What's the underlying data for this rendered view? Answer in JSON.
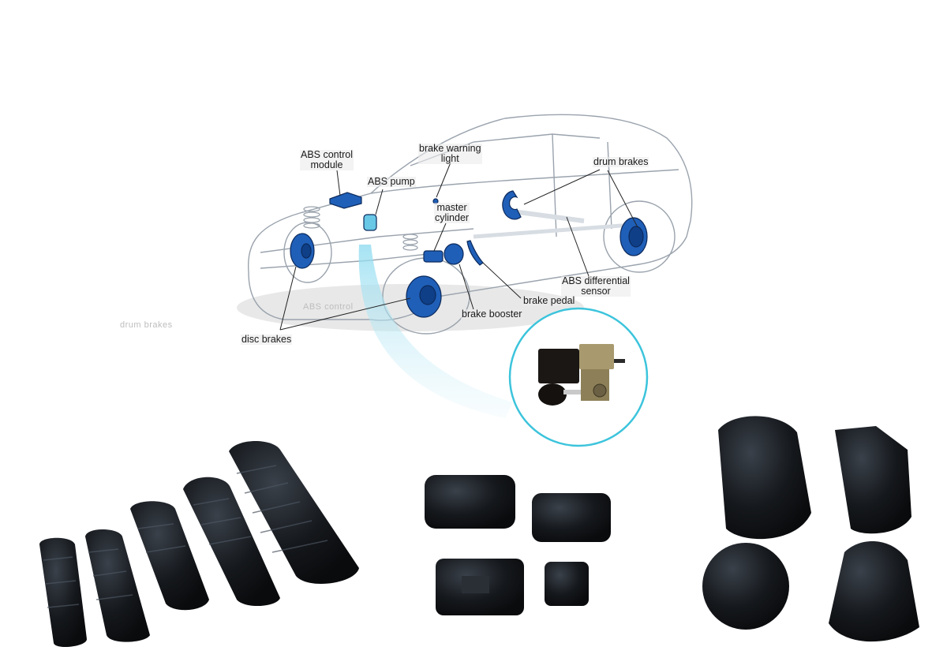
{
  "diagram": {
    "subject": "Car brake system",
    "labels": {
      "abs_control_module": "ABS control\nmodule",
      "abs_pump": "ABS pump",
      "brake_warning_light": "brake warning\nlight",
      "master_cylinder": "master\ncylinder",
      "drum_brakes": "drum brakes",
      "abs_differential_sensor": "ABS differential\nsensor",
      "brake_pedal": "brake pedal",
      "brake_booster": "brake booster",
      "disc_brakes": "disc brakes"
    },
    "ghost_labels": {
      "drum_brakes_faint": "drum brakes",
      "abs_control_faint": "ABS control"
    },
    "inset": "ABS pump unit close-up"
  },
  "products": {
    "group_left": "rubber bellows dust boots (5)",
    "group_middle": "rubber pedal pads (4)",
    "group_right": "rubber dust covers (4)"
  },
  "colors": {
    "part_blue": "#1f5fb8",
    "inset_ring": "#3cc4dc",
    "rubber": "#16181c",
    "car_line": "#9aa3ad"
  }
}
